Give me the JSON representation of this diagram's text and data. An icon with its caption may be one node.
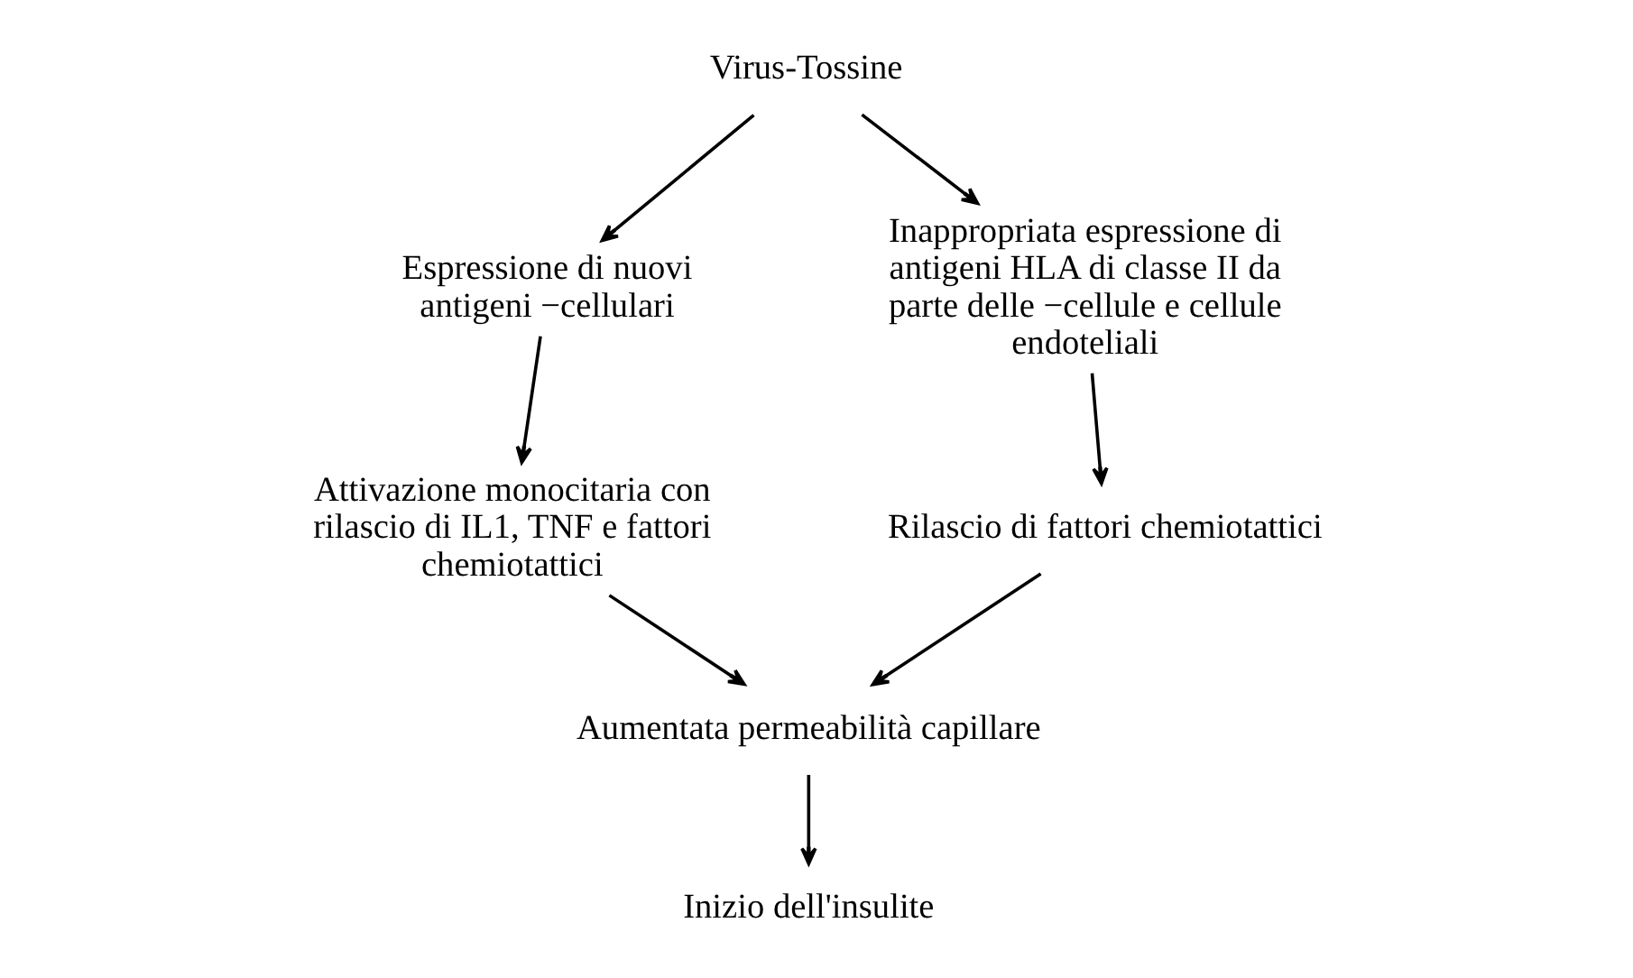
{
  "diagram": {
    "nodes": [
      {
        "text": [
          "Virus-Tossine"
        ]
      },
      {
        "text": [
          "Espressione di nuovi antigeni −cellulari"
        ]
      },
      {
        "text": [
          "Inappropriata espressione di antigeni HLA di classe II da parte delle −cellule e cellule endoteliali"
        ]
      },
      {
        "text": [
          "Attivazione monocitaria con rilascio di IL1, TNF e fattori chemiotattici"
        ]
      },
      {
        "text": [
          "Rilascio di fattori chemiotattici"
        ]
      },
      {
        "text": [
          "Aumentata permeabilità capillare"
        ]
      },
      {
        "text": [
          "Inizio dell'insulite"
        ]
      }
    ],
    "edges": [
      {
        "from": 0,
        "to": 1,
        "arrow": "to"
      },
      {
        "from": 0,
        "to": 2,
        "arrow": "to"
      },
      {
        "from": 1,
        "to": 3,
        "arrow": "to"
      },
      {
        "from": 2,
        "to": 4,
        "arrow": "to"
      },
      {
        "from": 3,
        "to": 5,
        "arrow": "to"
      },
      {
        "from": 4,
        "to": 5,
        "arrow": "to"
      },
      {
        "from": 5,
        "to": 6,
        "arrow": "to"
      }
    ]
  }
}
